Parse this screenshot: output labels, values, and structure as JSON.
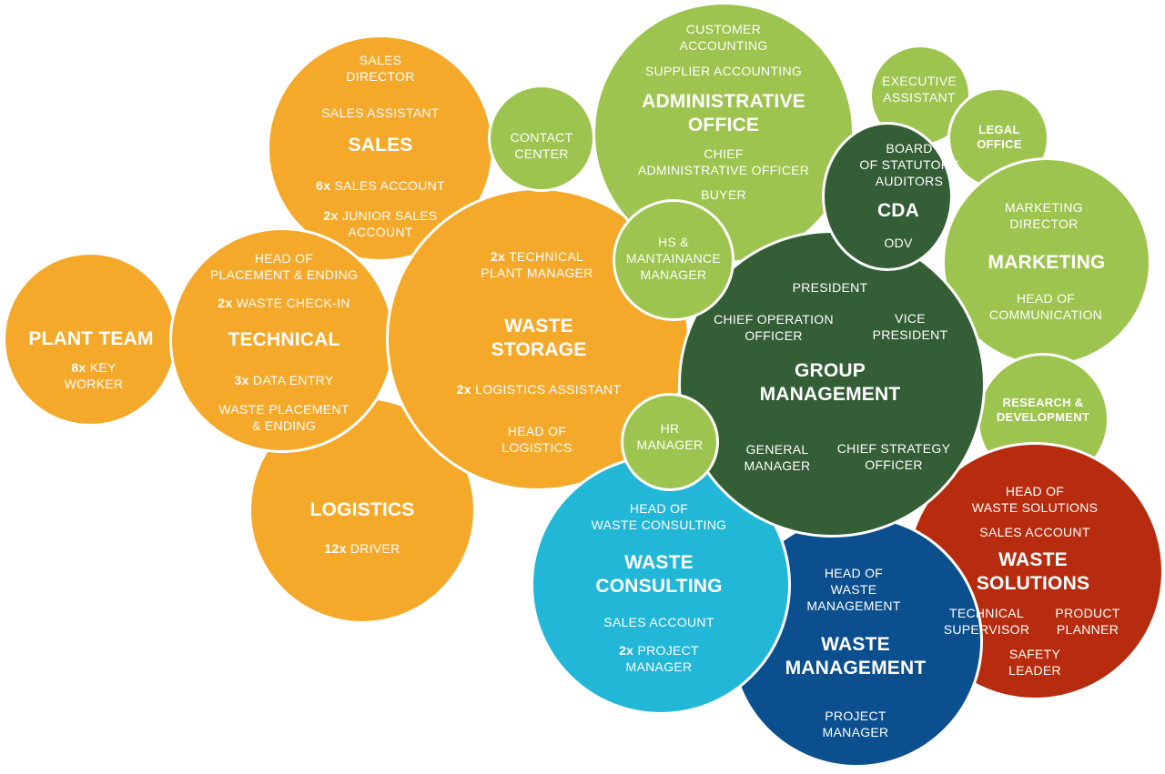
{
  "colors": {
    "operations": "#f5a92b",
    "staff": "#9dc44e",
    "management": "#345e35",
    "consulting": "#22b7d7",
    "waste_management": "#0b4f8f",
    "waste_solutions": "#b72c0f"
  },
  "plant_team": {
    "title": "PLANT TEAM",
    "worker_count": "8x",
    "worker_role": "KEY\nWORKER"
  },
  "technical": {
    "title": "TECHNICAL",
    "head": "HEAD OF\nPLACEMENT & ENDING",
    "checkin_count": "2x",
    "checkin_role": "WASTE CHECK-IN",
    "data_entry_count": "3x",
    "data_entry_role": "DATA ENTRY",
    "placement": "WASTE PLACEMENT\n& ENDING"
  },
  "sales": {
    "title": "SALES",
    "director": "SALES\nDIRECTOR",
    "assistant": "SALES ASSISTANT",
    "account_count": "6x",
    "account_role": "SALES ACCOUNT",
    "junior_count": "2x",
    "junior_role": "JUNIOR SALES\nACCOUNT"
  },
  "logistics": {
    "title": "LOGISTICS",
    "driver_count": "12x",
    "driver_role": "DRIVER"
  },
  "waste_storage": {
    "title": "WASTE\nSTORAGE",
    "plant_manager_count": "2x",
    "plant_manager_role": "TECHNICAL\nPLANT MANAGER",
    "logistics_assistant_count": "2x",
    "logistics_assistant_role": "LOGISTICS ASSISTANT",
    "head": "HEAD OF\nLOGISTICS"
  },
  "contact_center": {
    "label": "CONTACT\nCENTER"
  },
  "administrative_office": {
    "title": "ADMINISTRATIVE\nOFFICE",
    "customer_accounting": "CUSTOMER\nACCOUNTING",
    "supplier_accounting": "SUPPLIER ACCOUNTING",
    "chief": "CHIEF\nADMINISTRATIVE OFFICER",
    "buyer": "BUYER"
  },
  "hs_manager": {
    "label": "HS &\nMANTAINANCE\nMANAGER"
  },
  "hr_manager": {
    "label": "HR\nMANAGER"
  },
  "executive_assistant": {
    "label": "EXECUTIVE\nASSISTANT"
  },
  "legal_office": {
    "label": "LEGAL\nOFFICE"
  },
  "cda": {
    "title": "CDA",
    "board": "BOARD\nOF STATUTORY\nAUDITORS",
    "odv": "ODV"
  },
  "marketing": {
    "title": "MARKETING",
    "director": "MARKETING\nDIRECTOR",
    "head": "HEAD OF\nCOMMUNICATION"
  },
  "research": {
    "label": "RESEARCH &\nDEVELOPMENT"
  },
  "group_management": {
    "title": "GROUP\nMANAGEMENT",
    "president": "PRESIDENT",
    "coo": "CHIEF OPERATION\nOFFICER",
    "vice_president": "VICE\nPRESIDENT",
    "general_manager": "GENERAL\nMANAGER",
    "cso": "CHIEF STRATEGY\nOFFICER"
  },
  "waste_consulting": {
    "title": "WASTE\nCONSULTING",
    "head": "HEAD OF\nWASTE CONSULTING",
    "sales_account": "SALES ACCOUNT",
    "pm_count": "2x",
    "pm_role": "PROJECT\nMANAGER"
  },
  "waste_management": {
    "title": "WASTE\nMANAGEMENT",
    "head": "HEAD OF\nWASTE\nMANAGEMENT",
    "project_manager": "PROJECT\nMANAGER"
  },
  "waste_solutions": {
    "title": "WASTE\nSOLUTIONS",
    "head": "HEAD OF\nWASTE SOLUTIONS",
    "sales_account": "SALES ACCOUNT",
    "technical_supervisor": "TECHNICAL\nSUPERVISOR",
    "product_planner": "PRODUCT\nPLANNER",
    "safety_leader": "SAFETY\nLEADER"
  }
}
